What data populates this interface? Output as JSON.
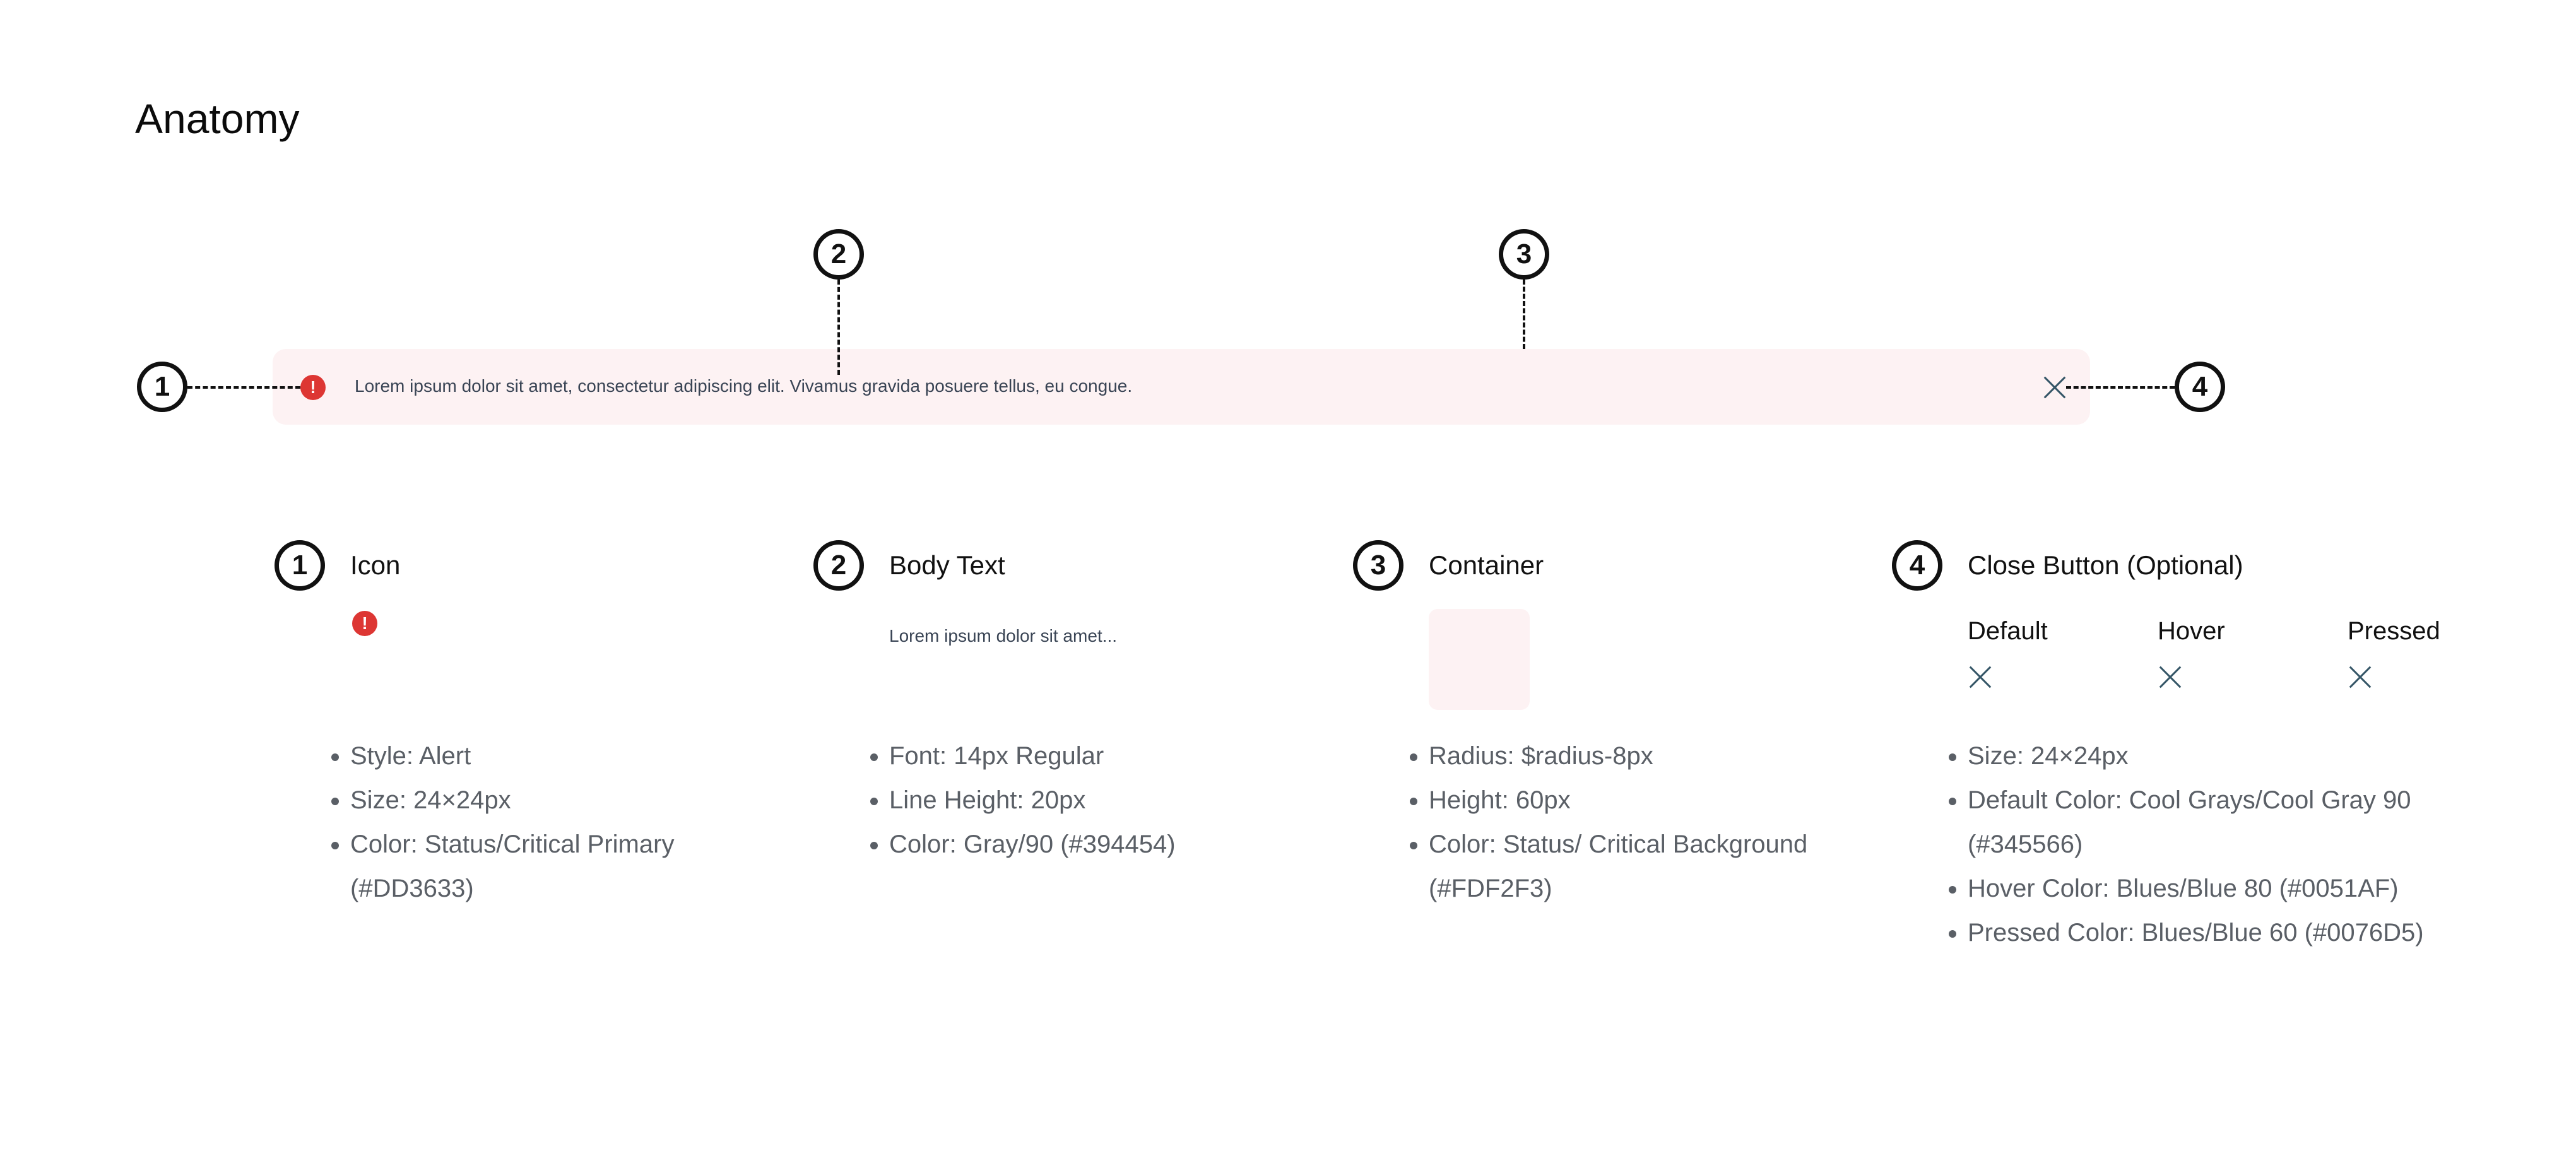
{
  "page_title": "Anatomy",
  "colors": {
    "critical_primary": "#DD3633",
    "critical_background": "#FDF2F3",
    "body_text": "#394454",
    "close_default": "#345566"
  },
  "banner": {
    "icon": "alert-icon",
    "icon_glyph": "!",
    "text": "Lorem ipsum dolor sit amet, consectetur adipiscing elit. Vivamus gravida posuere tellus, eu congue.",
    "close_icon": "close-icon"
  },
  "callouts": [
    "1",
    "2",
    "3",
    "4"
  ],
  "sections": {
    "icon": {
      "number": "1",
      "title": "Icon",
      "sample_glyph": "!",
      "specs": [
        "Style: Alert",
        "Size: 24×24px",
        "Color: Status/Critical Primary (#DD3633)"
      ]
    },
    "body_text": {
      "number": "2",
      "title": "Body Text",
      "sample": "Lorem ipsum dolor sit amet...",
      "specs": [
        "Font: 14px Regular",
        "Line Height: 20px",
        "Color: Gray/90 (#394454)"
      ]
    },
    "container": {
      "number": "3",
      "title": "Container",
      "specs": [
        "Radius: $radius-8px",
        "Height: 60px",
        "Color: Status/ Critical Background (#FDF2F3)"
      ]
    },
    "close_button": {
      "number": "4",
      "title": "Close Button (Optional)",
      "states": [
        "Default",
        "Hover",
        "Pressed"
      ],
      "specs": [
        "Size: 24×24px",
        "Default Color: Cool Grays/Cool Gray 90 (#345566)",
        "Hover Color: Blues/Blue 80 (#0051AF)",
        "Pressed Color: Blues/Blue 60 (#0076D5)"
      ]
    }
  }
}
